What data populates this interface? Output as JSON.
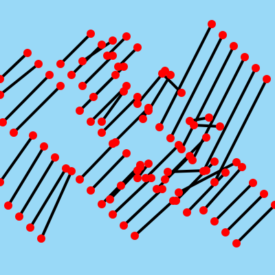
{
  "palette": {
    "background": "#99D9F7",
    "line": "#000000",
    "dot": "#FF0000"
  },
  "segments": [
    [
      0,
      115,
      40,
      77
    ],
    [
      0,
      138,
      56,
      93
    ],
    [
      4,
      178,
      72,
      109
    ],
    [
      20,
      193,
      88,
      125
    ],
    [
      88,
      93,
      132,
      49
    ],
    [
      104,
      109,
      148,
      65
    ],
    [
      120,
      125,
      164,
      81
    ],
    [
      136,
      141,
      180,
      97
    ],
    [
      156,
      81,
      184,
      53
    ],
    [
      172,
      97,
      200,
      69
    ],
    [
      116,
      161,
      168,
      109
    ],
    [
      132,
      177,
      184,
      125
    ],
    [
      148,
      193,
      200,
      141
    ],
    [
      164,
      209,
      216,
      157
    ],
    [
      200,
      151,
      240,
      103
    ],
    [
      216,
      161,
      248,
      109
    ],
    [
      232,
      185,
      308,
      35
    ],
    [
      248,
      201,
      324,
      51
    ],
    [
      264,
      217,
      340,
      67
    ],
    [
      280,
      233,
      356,
      83
    ],
    [
      296,
      249,
      372,
      99
    ],
    [
      312,
      265,
      388,
      115
    ],
    [
      0,
      265,
      48,
      197
    ],
    [
      12,
      299,
      64,
      213
    ],
    [
      28,
      315,
      80,
      229
    ],
    [
      44,
      331,
      96,
      245
    ],
    [
      60,
      347,
      104,
      249
    ],
    [
      116,
      261,
      168,
      207
    ],
    [
      132,
      277,
      184,
      223
    ],
    [
      148,
      297,
      204,
      240
    ],
    [
      164,
      312,
      220,
      259
    ],
    [
      180,
      328,
      236,
      275
    ],
    [
      196,
      343,
      252,
      292
    ],
    [
      212,
      259,
      260,
      211
    ],
    [
      228,
      275,
      276,
      227
    ],
    [
      240,
      261,
      300,
      200
    ],
    [
      256,
      292,
      312,
      235
    ],
    [
      272,
      309,
      328,
      251
    ],
    [
      296,
      306,
      352,
      243
    ],
    [
      312,
      322,
      368,
      266
    ],
    [
      328,
      338,
      384,
      282
    ],
    [
      344,
      354,
      400,
      298
    ],
    [
      120,
      89,
      164,
      59
    ],
    [
      148,
      177,
      180,
      133
    ],
    [
      208,
      173,
      216,
      157
    ],
    [
      236,
      107,
      264,
      135
    ],
    [
      276,
      176,
      304,
      171
    ],
    [
      282,
      182,
      320,
      184
    ],
    [
      160,
      290,
      200,
      248
    ],
    [
      176,
      270,
      204,
      243
    ],
    [
      244,
      250,
      300,
      248
    ],
    [
      260,
      280,
      344,
      236
    ],
    [
      200,
      259,
      216,
      238
    ]
  ]
}
